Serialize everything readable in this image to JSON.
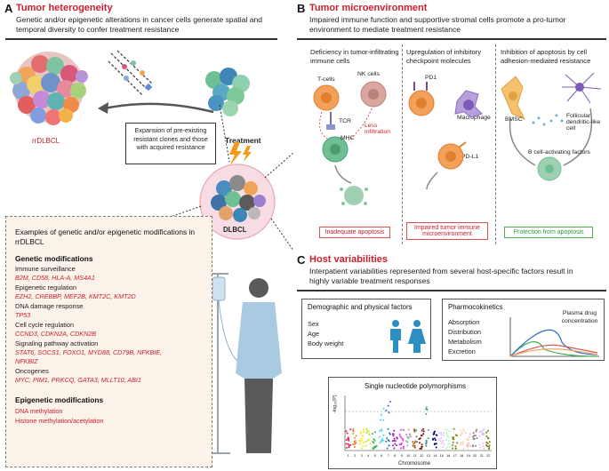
{
  "panel_a": {
    "letter": "A",
    "title": "Tumor heterogeneity",
    "subtitle": "Genetic and/or epigenetic alterations in cancer cells generate spatial and temporal diversity to confer treatment resistance",
    "rrdlbcl_label": "rrDLBCL",
    "treatment_label": "Treatment",
    "dlbcl_label": "DLBCL",
    "expansion_text": "Expansion of pre-existing resistant clones and those with acquired resistance",
    "list": {
      "heading": "Examples of genetic and/or epigenetic modifications in rrDLBCL",
      "genetic_heading": "Genetic modifications",
      "groups": [
        {
          "label": "Immune surveillance",
          "genes": "B2M, CD58, HLA-A, MS4A1"
        },
        {
          "label": "Epigenetic regulation",
          "genes": "EZH2, CREBBP, MEF2B, KMT2C, KMT2D"
        },
        {
          "label": "DNA damage response",
          "genes": "TP53"
        },
        {
          "label": "Cell cycle regulation",
          "genes": "CCND3, CDKN2A, CDKN2B"
        },
        {
          "label": "Signaling pathway activation",
          "genes": "STAT6, SOCS1, FOXO1, MYD88, CD79B, NFKBIE,",
          "genes2": "NFKBIZ"
        },
        {
          "label": "Oncogenes",
          "genes": "MYC, PIM1, PRKCQ, GATA3, MLLT10, ABI1"
        }
      ],
      "epigenetic_heading": "Epigenetic modifications",
      "epigenetic_items": [
        "DNA methylation",
        "Histone methylation/acetylation"
      ]
    }
  },
  "panel_b": {
    "letter": "B",
    "title": "Tumor microenvironment",
    "subtitle": "Impaired immune function and supportive stromal cells promote a pro-tumor environment to mediate treatment resistance",
    "col1": {
      "heading": "Deficiency in tumor-infiltrating immune cells",
      "tcells": "T-cells",
      "nkcells": "NK cells",
      "tcr": "TCR",
      "mhc": "MHC",
      "less": "Less infiltration",
      "result": "Inadequate apoptosis"
    },
    "col2": {
      "heading": "Upregulation of inhibitory checkpoint molecules",
      "pd1": "PD1",
      "macrophage": "Macrophage",
      "pdl1": "PD-L1",
      "result": "Impaired tumor immune microenvironment"
    },
    "col3": {
      "heading": "Inhibition of apoptosis by cell adhesion-mediated resistance",
      "bmsc": "BMSC",
      "follicular": "Follicular dendritic-like cell",
      "factors": "B cell-activating factors",
      "result": "Protection from apoptosis"
    }
  },
  "panel_c": {
    "letter": "C",
    "title": "Host variabilities",
    "subtitle": "Interpatient variabilities represented from several host-specific factors result in highly variable treatment responses",
    "demo": {
      "title": "Demographic and physical factors",
      "items": [
        "Sex",
        "Age",
        "Body weight"
      ]
    },
    "pk": {
      "title": "Pharmocokinetics",
      "items": [
        "Absorption",
        "Distribution",
        "Metabolism",
        "Excretion"
      ],
      "curve_label": "Plasma drug concentration"
    },
    "snp": {
      "title": "Single nucleotide polymorphisms",
      "ylabel": "-log₁₀(P)",
      "xlabel": "Chromosome",
      "chromosomes": [
        "1",
        "2",
        "3",
        "4",
        "5",
        "6",
        "7",
        "8",
        "9",
        "10",
        "11",
        "12",
        "13",
        "14",
        "15",
        "16",
        "17",
        "18",
        "19",
        "20",
        "21",
        "22"
      ]
    }
  },
  "colors": {
    "accent_red": "#c8202f",
    "green": "#2a9d3a",
    "list_bg": "#fbf3e9"
  }
}
